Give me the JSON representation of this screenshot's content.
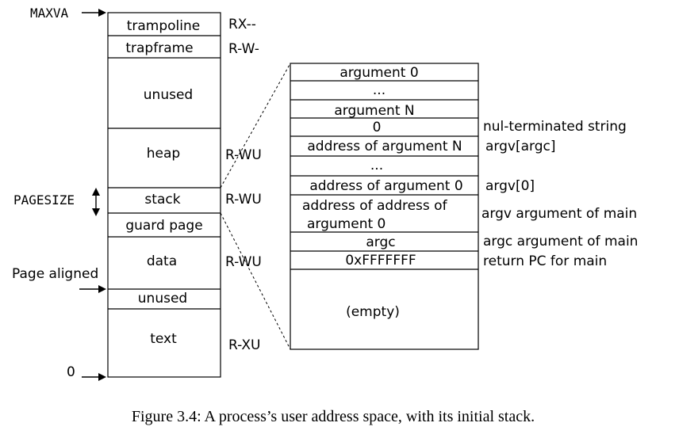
{
  "address_space": {
    "segments": [
      {
        "label": "trampoline",
        "perm": "RX--"
      },
      {
        "label": "trapframe",
        "perm": "R-W-"
      },
      {
        "label": "unused",
        "perm": ""
      },
      {
        "label": "heap",
        "perm": "R-WU"
      },
      {
        "label": "stack",
        "perm": "R-WU"
      },
      {
        "label": "guard page",
        "perm": ""
      },
      {
        "label": "data",
        "perm": "R-WU"
      },
      {
        "label": "unused",
        "perm": ""
      },
      {
        "label": "text",
        "perm": "R-XU"
      }
    ],
    "left_labels": {
      "maxva": "MAXVA",
      "pagesize": "PAGESIZE",
      "page_aligned": "Page aligned",
      "zero": "0"
    }
  },
  "stack_detail": {
    "rows": [
      {
        "cell": "argument 0",
        "note": ""
      },
      {
        "cell": "...",
        "note": ""
      },
      {
        "cell": "argument N",
        "note": ""
      },
      {
        "cell": "0",
        "note": "nul-terminated string"
      },
      {
        "cell": "address of argument N",
        "note": "argv[argc]"
      },
      {
        "cell": "...",
        "note": ""
      },
      {
        "cell": "address of argument 0",
        "note": "argv[0]"
      },
      {
        "cell": "address of address of argument 0",
        "cell_line1": "address of address of",
        "cell_line2": "argument 0",
        "note": "argv argument of main"
      },
      {
        "cell": "argc",
        "note": "argc argument of main"
      },
      {
        "cell": "0xFFFFFFF",
        "note": "return PC for main"
      },
      {
        "cell": "(empty)",
        "note": ""
      }
    ]
  },
  "caption": "Figure 3.4: A process’s user address space, with its initial stack."
}
